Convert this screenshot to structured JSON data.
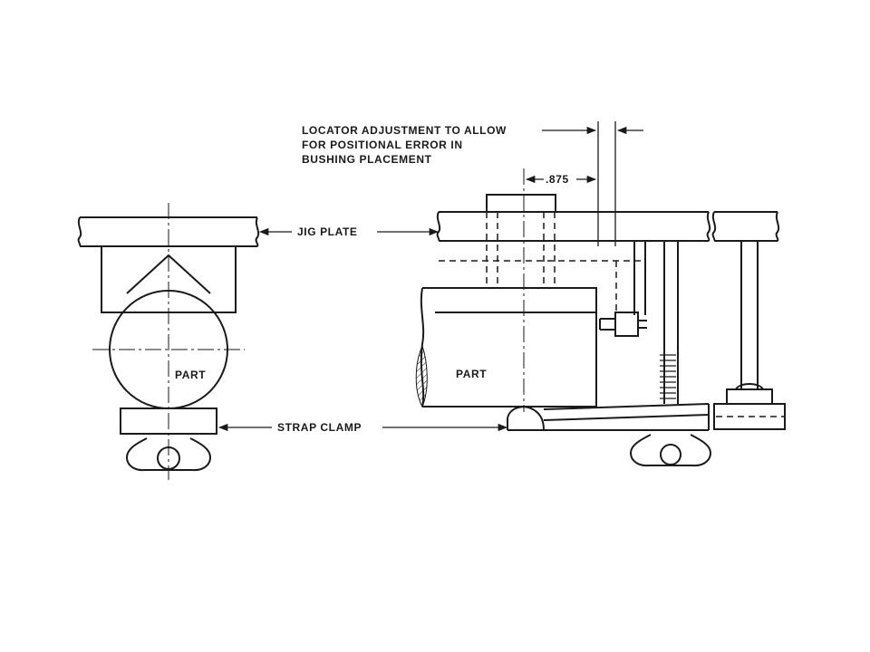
{
  "labels": {
    "locator_line1": "LOCATOR ADJUSTMENT TO ALLOW",
    "locator_line2": "FOR POSITIONAL ERROR IN",
    "locator_line3": "BUSHING PLACEMENT",
    "dimension": ".875",
    "jig_plate": "JIG PLATE",
    "strap_clamp": "STRAP CLAMP",
    "part_left": "PART",
    "part_right": "PART"
  }
}
